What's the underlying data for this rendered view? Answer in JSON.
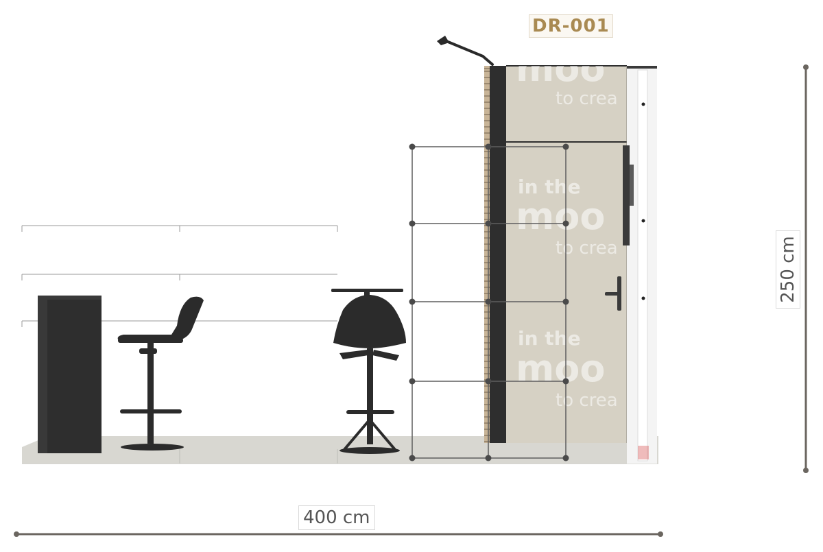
{
  "booth": {
    "code": "DR-001",
    "width_label": "400 cm",
    "height_label": "250 cm"
  },
  "graphic_text": {
    "line1": "in the",
    "line2": "moo",
    "line3": "to crea"
  },
  "colors": {
    "floor": "#d8d7d1",
    "panel_beige": "#d6d1c4",
    "dark_furniture": "#2e2e2e",
    "code_text": "#a98a52",
    "dimension_line": "#6b6660"
  }
}
